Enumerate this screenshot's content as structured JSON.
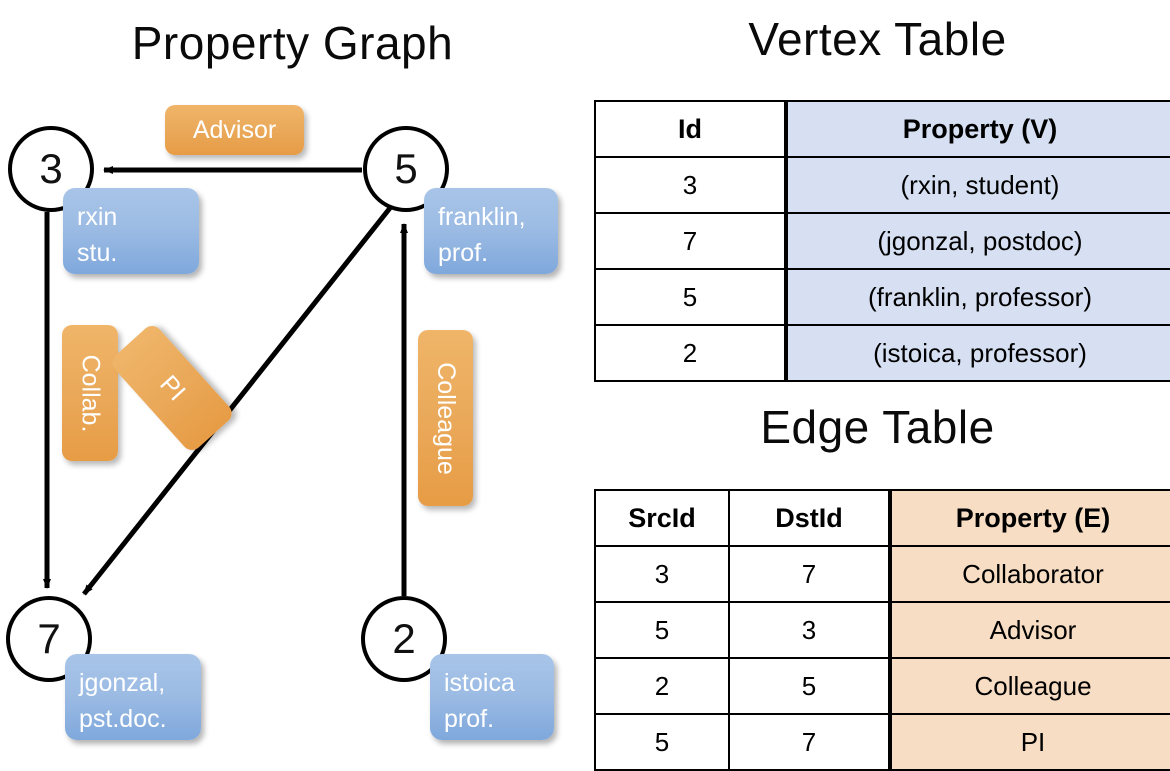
{
  "titles": {
    "property_graph": "Property Graph",
    "vertex_table": "Vertex Table",
    "edge_table": "Edge Table"
  },
  "graph": {
    "nodes": [
      {
        "id": "3",
        "name": "rxin",
        "role": "stu.",
        "label_line1": "rxin",
        "label_line2": "stu."
      },
      {
        "id": "5",
        "name": "franklin",
        "role": "prof.",
        "label_line1": "franklin,",
        "label_line2": "prof."
      },
      {
        "id": "7",
        "name": "jgonzal",
        "role": "pst.doc.",
        "label_line1": "jgonzal,",
        "label_line2": "pst.doc."
      },
      {
        "id": "2",
        "name": "istoica",
        "role": "prof.",
        "label_line1": "istoica",
        "label_line2": "prof."
      }
    ],
    "edge_labels": {
      "advisor": "Advisor",
      "collab": "Collab.",
      "pi": "PI",
      "colleague": "Colleague"
    },
    "colors": {
      "node_fill": "#ffffff",
      "node_stroke": "#000000",
      "vertex_box": "#9dbce4",
      "edge_box": "#eaa95a",
      "arrow": "#000000"
    }
  },
  "vertex_table": {
    "headers": [
      "Id",
      "Property (V)"
    ],
    "rows": [
      {
        "id": "3",
        "property": "(rxin, student)"
      },
      {
        "id": "7",
        "property": "(jgonzal, postdoc)"
      },
      {
        "id": "5",
        "property": "(franklin, professor)"
      },
      {
        "id": "2",
        "property": "(istoica, professor)"
      }
    ],
    "header_fill": "#d6e0f2"
  },
  "edge_table": {
    "headers": [
      "SrcId",
      "DstId",
      "Property (E)"
    ],
    "rows": [
      {
        "src": "3",
        "dst": "7",
        "property": "Collaborator"
      },
      {
        "src": "5",
        "dst": "3",
        "property": "Advisor"
      },
      {
        "src": "2",
        "dst": "5",
        "property": "Colleague"
      },
      {
        "src": "5",
        "dst": "7",
        "property": "PI"
      }
    ],
    "header_fill": "#f7ddc3"
  }
}
